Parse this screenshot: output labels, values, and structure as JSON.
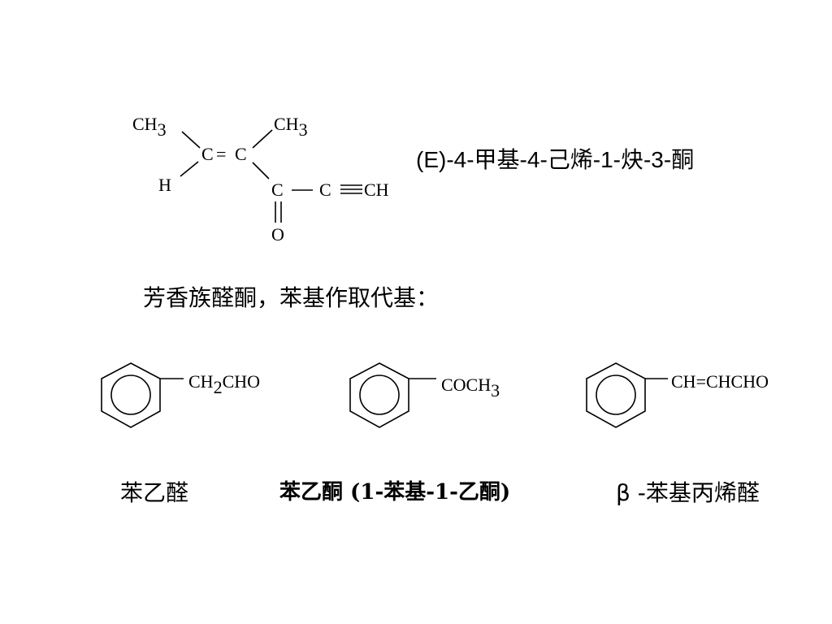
{
  "molecule1": {
    "atoms": {
      "ch3_left": "CH",
      "ch3_right": "CH",
      "sub3": "3",
      "c_eq_c_left": "C",
      "eq": "=",
      "c_eq_c_right": "C",
      "h": "H",
      "c_carbonyl": "C",
      "c_alkyne": "C",
      "ch_terminal": "CH",
      "o": "O"
    },
    "name": "(E)-4-甲基-4-己烯-1-炔-3-酮"
  },
  "section_title": "芳香族醛酮，苯基作取代基：",
  "aromatics": [
    {
      "substituent_parts": [
        "CH",
        "2",
        "CHO"
      ],
      "name": "苯乙醛"
    },
    {
      "substituent_parts": [
        "COCH",
        "3"
      ],
      "name": "苯乙酮 (1-苯基-1-乙酮)"
    },
    {
      "substituent_parts": [
        "CH",
        "=",
        "CHCHO"
      ],
      "name": "β -苯基丙烯醛"
    }
  ]
}
